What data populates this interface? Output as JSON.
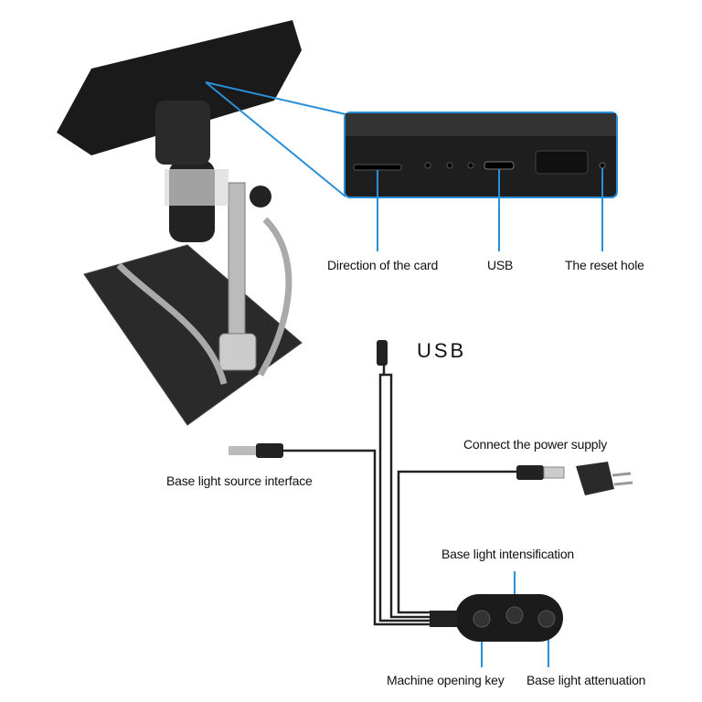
{
  "callouts": {
    "card_direction": "Direction of the card",
    "usb_port": "USB",
    "reset_hole": "The reset hole"
  },
  "cable": {
    "usb_plug": "USB",
    "power_supply": "Connect the power supply",
    "base_light_interface": "Base light source interface"
  },
  "controller": {
    "intensification": "Base light intensification",
    "opening_key": "Machine opening key",
    "attenuation": "Base light attenuation"
  },
  "colors": {
    "accent_line": "#2a8fd8",
    "device": "#1c1c1c"
  }
}
